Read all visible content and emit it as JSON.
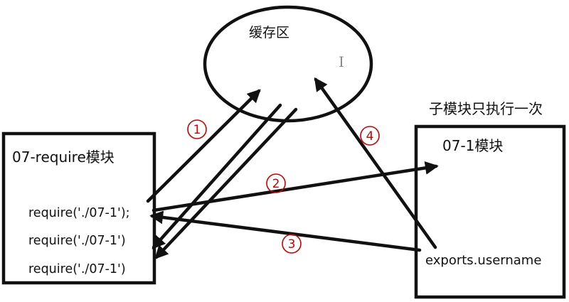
{
  "cache": {
    "label": "缓存区",
    "cursor": "I"
  },
  "left_module": {
    "title": "07-require模块",
    "lines": [
      "require('./07-1');",
      "require('./07-1')",
      "require('./07-1')"
    ]
  },
  "right_module": {
    "caption": "子模块只执行一次",
    "title": "07-1模块",
    "export": "exports.username"
  },
  "steps": [
    "1",
    "2",
    "3",
    "4"
  ],
  "colors": {
    "ink": "#111111",
    "step": "#cc0000",
    "background": "#ffffff"
  }
}
